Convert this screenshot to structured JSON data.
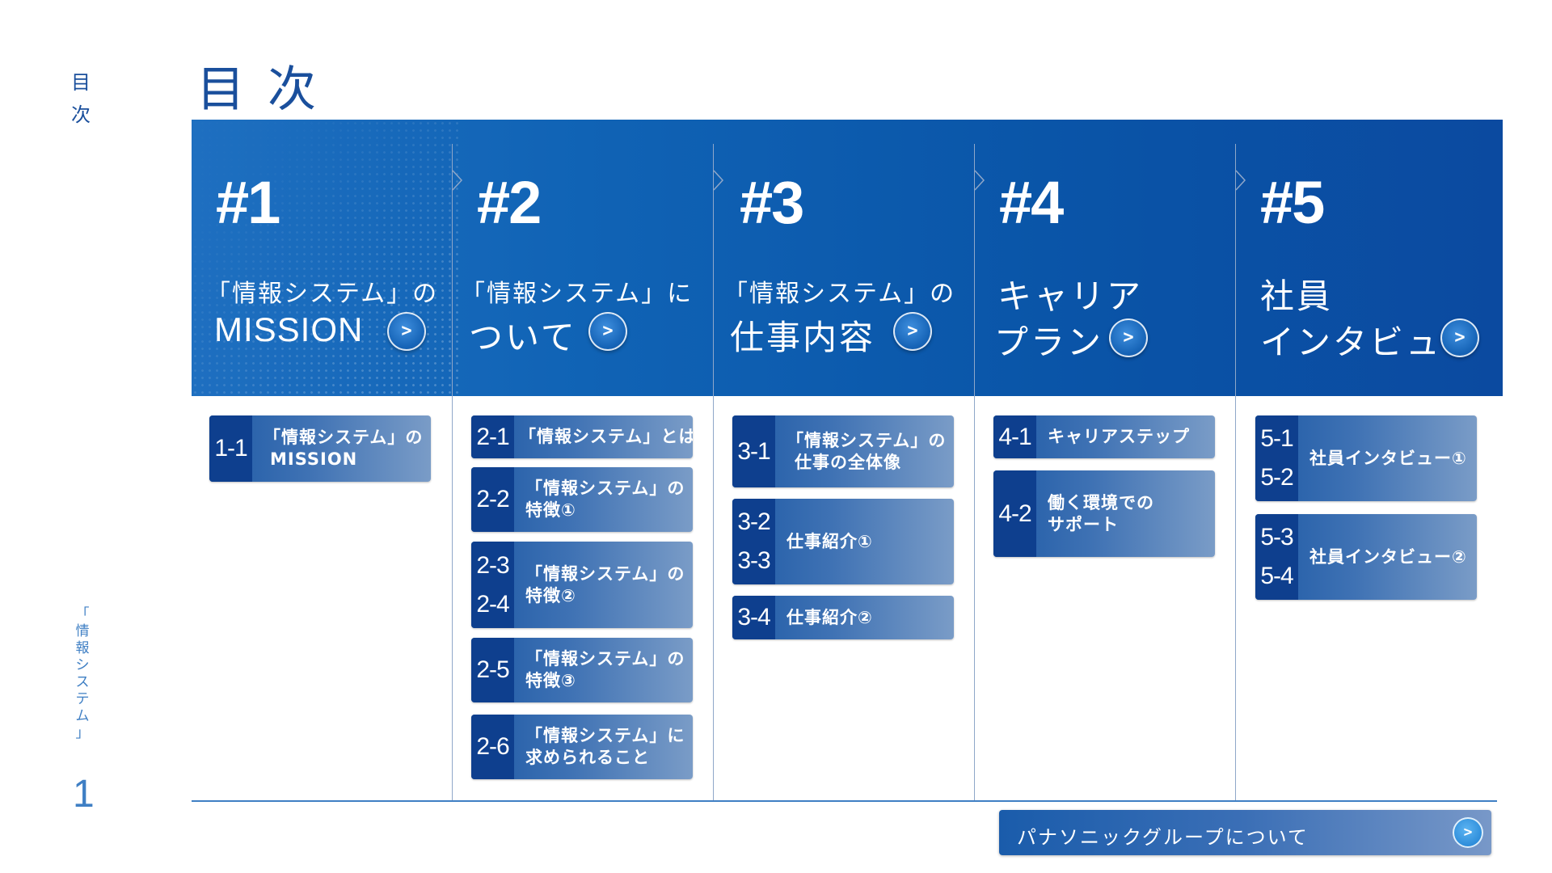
{
  "rail": {
    "title_chars": [
      "目",
      "次"
    ],
    "section_chars": [
      "「",
      "情",
      "報",
      "シ",
      "ス",
      "テ",
      "ム",
      "」"
    ],
    "page_number": "1"
  },
  "page_title": "目次",
  "columns": [
    {
      "num": "#1",
      "sub": "「情報システム」の",
      "main": [
        "MISSION"
      ],
      "button": ">"
    },
    {
      "num": "#2",
      "sub": "「情報システム」に",
      "main": [
        "ついて"
      ],
      "button": ">"
    },
    {
      "num": "#3",
      "sub": "「情報システム」の",
      "main": [
        "仕事内容"
      ],
      "button": ">"
    },
    {
      "num": "#4",
      "sub": "",
      "main": [
        "キャリア",
        "プラン"
      ],
      "button": ">"
    },
    {
      "num": "#5",
      "sub": "",
      "main": [
        "社員",
        "インタビュー"
      ],
      "button": ">"
    }
  ],
  "cards": [
    {
      "nums": [
        "1-1"
      ],
      "lines": [
        "「情報システム」の",
        "MISSION"
      ]
    },
    {
      "nums": [
        "2-1"
      ],
      "lines": [
        "「情報システム」とは"
      ]
    },
    {
      "nums": [
        "2-2"
      ],
      "lines": [
        "「情報システム」の",
        "特徴①"
      ]
    },
    {
      "nums": [
        "2-3",
        "2-4"
      ],
      "lines": [
        "「情報システム」の",
        "特徴②"
      ]
    },
    {
      "nums": [
        "2-5"
      ],
      "lines": [
        "「情報システム」の",
        "特徴③"
      ]
    },
    {
      "nums": [
        "2-6"
      ],
      "lines": [
        "「情報システム」に",
        "求められること"
      ]
    },
    {
      "nums": [
        "3-1"
      ],
      "lines": [
        "「情報システム」の",
        "仕事の全体像"
      ]
    },
    {
      "nums": [
        "3-2",
        "3-3"
      ],
      "lines": [
        "仕事紹介①"
      ]
    },
    {
      "nums": [
        "3-4"
      ],
      "lines": [
        "仕事紹介②"
      ]
    },
    {
      "nums": [
        "4-1"
      ],
      "lines": [
        "キャリアステップ"
      ]
    },
    {
      "nums": [
        "4-2"
      ],
      "lines": [
        "働く環境での",
        "サポート"
      ]
    },
    {
      "nums": [
        "5-1",
        "5-2"
      ],
      "lines": [
        "社員インタビュー①"
      ]
    },
    {
      "nums": [
        "5-3",
        "5-4"
      ],
      "lines": [
        "社員インタビュー②"
      ]
    }
  ],
  "footer": {
    "label": "パナソニックグループについて",
    "button": ">"
  },
  "colors": {
    "brand": "#1a4f9c",
    "band": "#0b55a8",
    "card_num_bg": "#0e3f8e"
  }
}
